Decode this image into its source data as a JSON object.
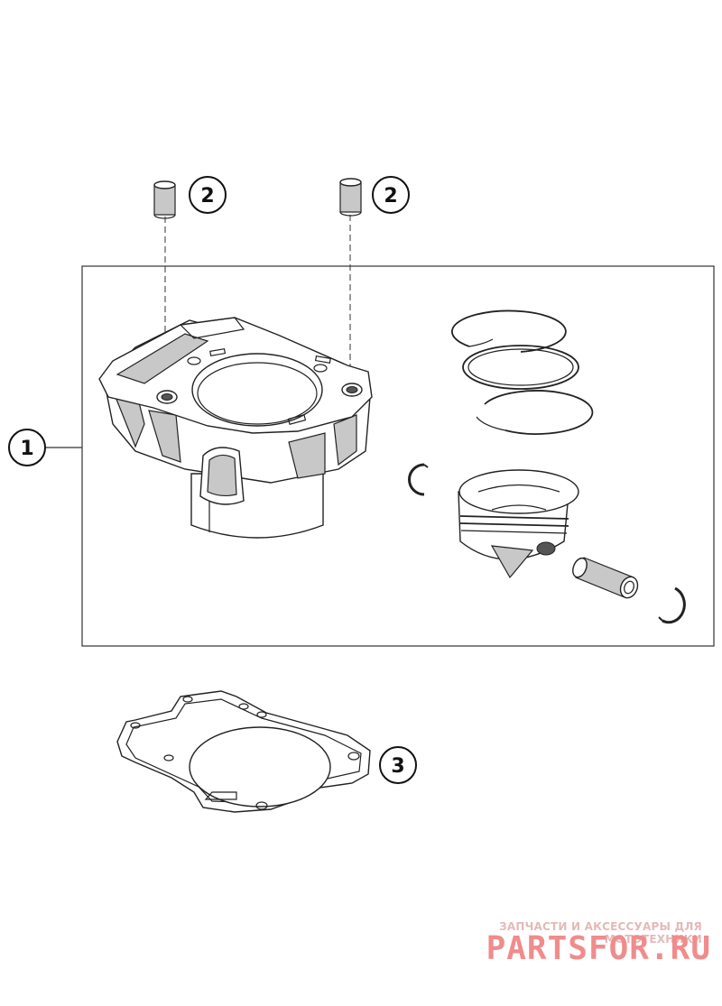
{
  "callouts": [
    {
      "label": "1"
    },
    {
      "label": "2"
    },
    {
      "label": "2"
    },
    {
      "label": "3"
    }
  ],
  "watermark": {
    "tagline": "ЗАПЧАСТИ И АКСЕССУАРЫ ДЛЯ МОТОТЕХНИКИ",
    "brand": "PARTSFOR.RU",
    "color": "#f08c8c"
  }
}
